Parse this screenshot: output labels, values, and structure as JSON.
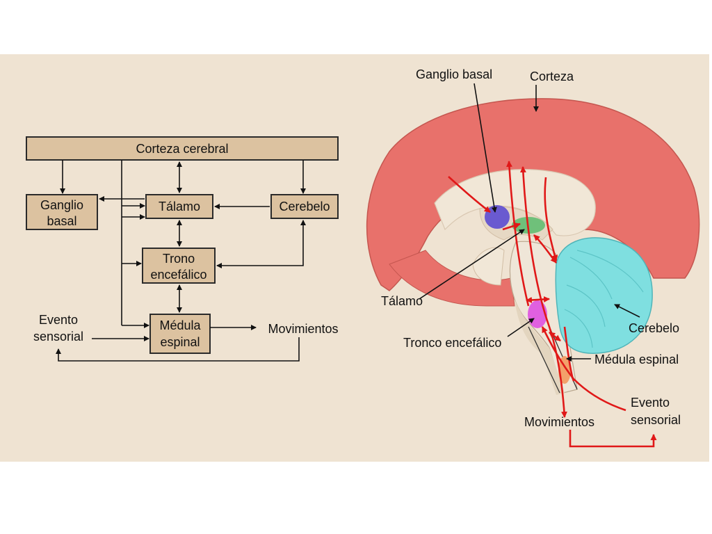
{
  "flowchart": {
    "corteza_cerebral": "Corteza cerebral",
    "ganglio_line1": "Ganglio",
    "ganglio_line2": "basal",
    "talamo": "Tálamo",
    "cerebelo": "Cerebelo",
    "trono_line1": "Trono",
    "trono_line2": "encefálico",
    "medula_line1": "Médula",
    "medula_line2": "espinal",
    "evento_line1": "Evento",
    "evento_line2": "sensorial",
    "movimientos": "Movimientos"
  },
  "brain": {
    "ganglio_basal": "Ganglio basal",
    "corteza": "Corteza",
    "talamo": "Tálamo",
    "cerebelo": "Cerebelo",
    "tronco_encefalico": "Tronco encefálico",
    "medula_espinal": "Médula espinal",
    "evento_line1": "Evento",
    "evento_line2": "sensorial",
    "movimientos": "Movimientos"
  },
  "colors": {
    "background": "#efe3d2",
    "box_fill": "#dcc2a0",
    "cortex": "#e8716b",
    "cerebellum": "#7fdfe0",
    "pathway": "#e01818",
    "ganglio": "#6a5ad0",
    "thalamus": "#6fc07a",
    "brainstem_nucleus": "#e060e0",
    "spinal_nucleus": "#f3a06a"
  }
}
